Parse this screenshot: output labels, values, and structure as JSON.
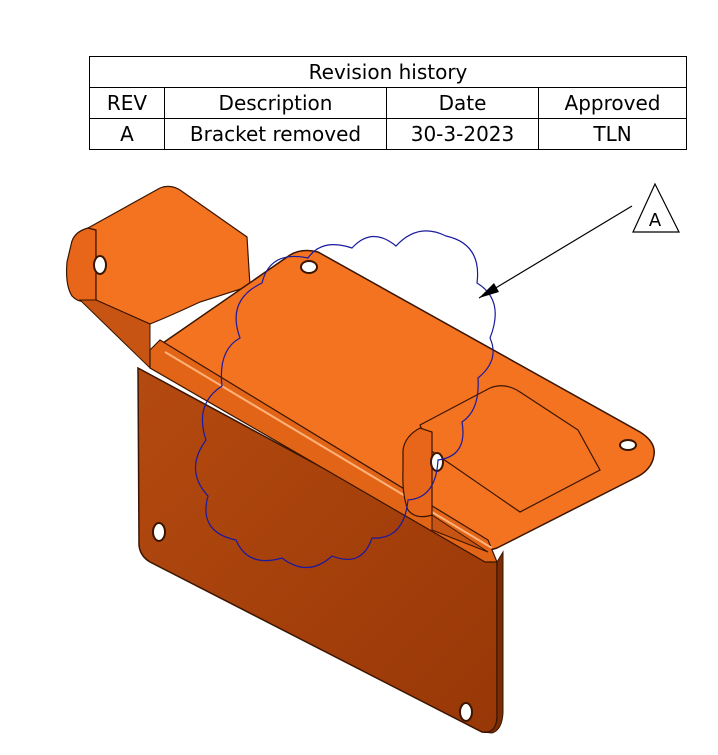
{
  "revision_table": {
    "title": "Revision history",
    "headers": [
      "REV",
      "Description",
      "Date",
      "Approved"
    ],
    "rows": [
      [
        "A",
        "Bracket removed",
        "30-3-2023",
        "TLN"
      ]
    ]
  },
  "callout": {
    "label": "A"
  },
  "colors": {
    "part_top": "#f47321",
    "part_side": "#a94009",
    "part_edge": "#3a1500",
    "cloud": "#1a1aa0"
  }
}
